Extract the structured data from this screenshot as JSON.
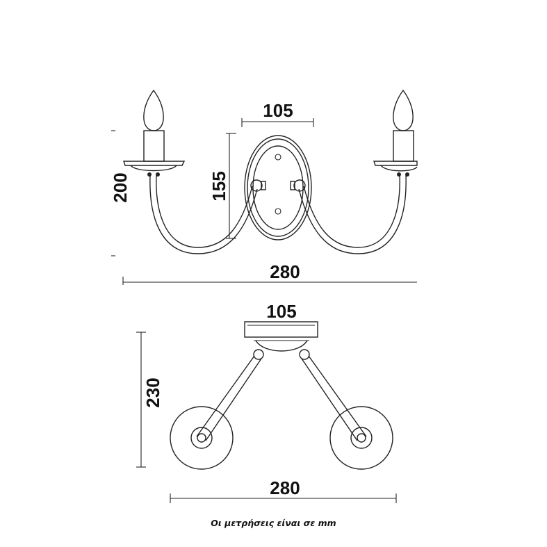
{
  "front_view": {
    "width_plate": "105",
    "height_plate": "155",
    "height_total": "200",
    "width_total": "280"
  },
  "top_view": {
    "width_plate": "105",
    "depth_total": "230",
    "width_total": "280"
  },
  "caption": "Οι μετρήσεις είναι σε mm"
}
